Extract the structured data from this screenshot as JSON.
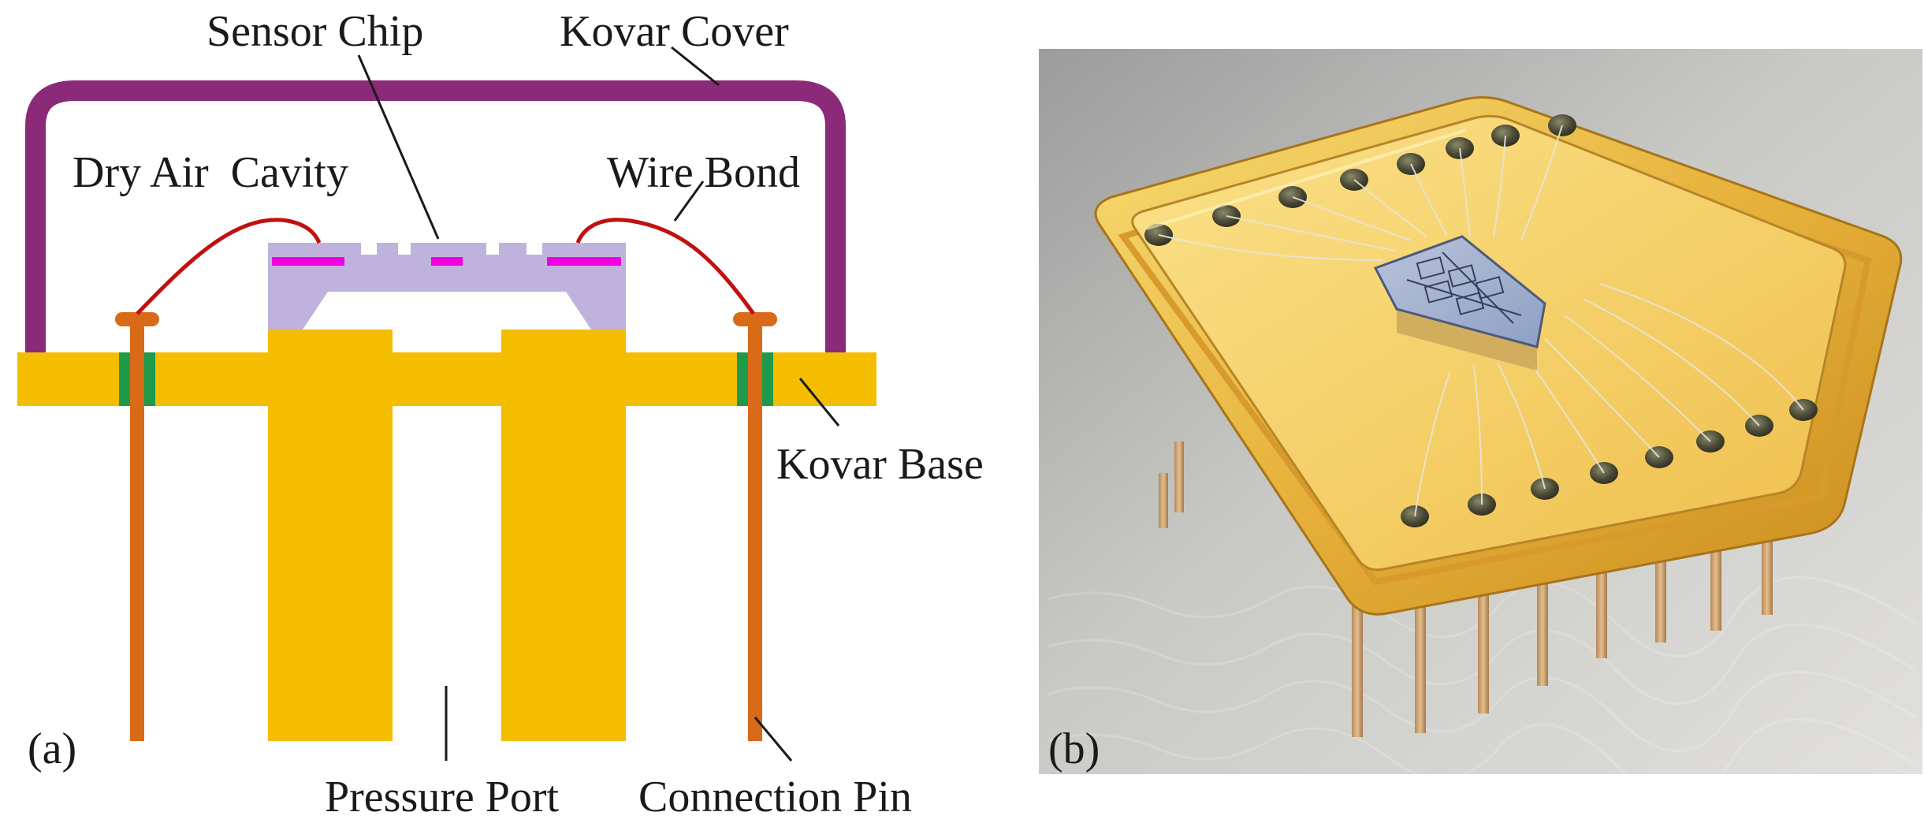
{
  "panel_a": {
    "tag": "(a)",
    "labels": {
      "sensor_chip": "Sensor Chip",
      "kovar_cover": "Kovar Cover",
      "dry_air_cavity": "Dry Air  Cavity",
      "wire_bond": "Wire Bond",
      "kovar_base": "Kovar Base",
      "pressure_port": "Pressure Port",
      "connection_pin": "Connection Pin"
    },
    "colors": {
      "kovar_cover": "#8a2a78",
      "kovar_base": "#f5bd00",
      "wire_bond": "#c01010",
      "connection_pin": "#d86a18",
      "glass_seal": "#1f9a4a",
      "sensor_chip": "#bfb3dd",
      "electrode": "#f000e0"
    }
  },
  "panel_b": {
    "tag": "(b)",
    "description_icon": "packaged-sensor-photo"
  }
}
